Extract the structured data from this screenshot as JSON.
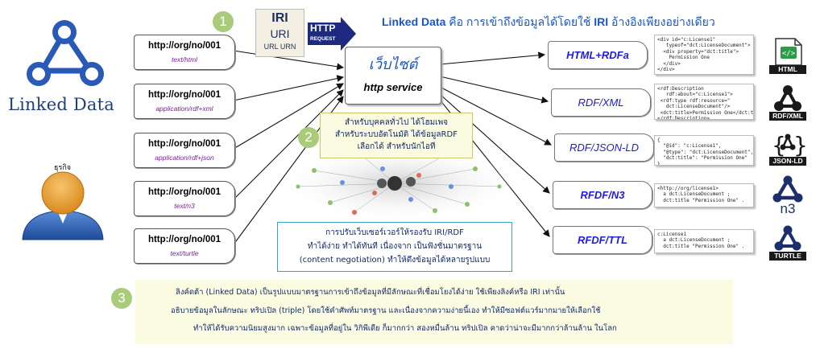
{
  "logo": {
    "text": "Linked Data"
  },
  "business_label": "ธุรกิจ",
  "headline": {
    "bold": "Linked Data",
    "rest": "คือ การเข้าถึงข้อมูลได้โดยใช้",
    "iri": "IRI",
    "tail": "อ้างอิงเพียงอย่างเดียว"
  },
  "iri_box": {
    "line1": "IRI",
    "line2": "URI",
    "line3": "URL URN"
  },
  "http_request": {
    "line1": "HTTP",
    "line2": "REQUEST"
  },
  "badges": [
    "1",
    "2",
    "3"
  ],
  "requests": [
    {
      "url": "http://org/no/001",
      "mime": "text/html"
    },
    {
      "url": "http://org/no/001",
      "mime": "application/rdf+xml"
    },
    {
      "url": "http://org/no/001",
      "mime": "application/rdf+json"
    },
    {
      "url": "http://org/no/001",
      "mime": "text/n3"
    },
    {
      "url": "http://org/no/001",
      "mime": "text/turtle"
    }
  ],
  "hub": {
    "title": "เว็บไซต์",
    "subtitle": "http service"
  },
  "note_center": {
    "line1": "สำหรับบุคคลทั่วไป ได้โฮมเพจ",
    "line2": "สำหรับระบบอัตโนมัติ ได้ข้อมูลRDF",
    "line3": "เลือกได้ สำหรับนักไอที"
  },
  "note_negotiation": {
    "line1": "การปรับเว็บเซอร์เวอร์ให้รองรับ IRI/RDF",
    "line2": "ทำได้ง่าย ทำได้ทันที เนื่องจาก เป็นฟังชั่นมาตรฐาน",
    "line3": "(content negotiation) ทำให้ดึงข้อมูลได้หลายรูปแบบ"
  },
  "formats": [
    {
      "label": "HTML+RDFa",
      "code": "<div id=\"c:License1\"\n   typeof=\"dct:LicenseDocument\">\n  <div property=\"dct:title\">\n    Permission One\n  </div>\n</div>",
      "icon_caption": "HTML",
      "icon_name": "html-file-icon"
    },
    {
      "label": "RDF/XML",
      "code": "<rdf:Description\n   rdf:about=\"c:License1\">\n <rdf:type rdf:resource=\"\n   dct:LicenseDocument\"/>\n <dct:title>Permission One</dct:title>\n</rdf:Description>",
      "icon_caption": "RDF/XML",
      "icon_name": "rdf-xml-icon"
    },
    {
      "label": "RDF/JSON-LD",
      "code": "{\n  \"@id\": \"c:License1\",\n  \"@type\": \"dct:LicenseDocument\",\n  \"dct:title\": \"Permission One\"\n}",
      "icon_caption": "JSON-LD",
      "icon_name": "json-ld-icon"
    },
    {
      "label": "RFDF/N3",
      "code": "<http://org/license1>\n  a dct:LicenseDocument ;\n  dct:title \"Permission One\" .",
      "icon_caption": "n3",
      "icon_name": "n3-icon"
    },
    {
      "label": "RFDF/TTL",
      "code": "c:License1\n  a dct:LicenseDocument ;\n  dct:title \"Permission One\" .",
      "icon_caption": "TURTLE",
      "icon_name": "turtle-icon"
    }
  ],
  "bottom_note": {
    "line1": "ลิงค์ดต้า (Linked Data) เป็นรูปแบบมาตรฐานการเข้าถึงข้อมูลที่มีลักษณะที่เชื่อมโยงได้ง่าย ใช้เพียงลิงค์หรือ IRI เท่านั้น",
    "line2": "อธิบายข้อมูลในลักษณะ ทริปเปิล (triple) โดยใช้คำศัพท์มาตรฐาน และเนื่องจากความง่ายนี้เอง ทำให้มีซอฟต์แวร์มากมายให้เลือกใช้",
    "line3": "ทำให้ได้รับความนิยมสูงมาก เฉพาะข้อมูลที่อยู่ใน วิกิพีเดีย ก็มากกว่า สองหมื่นล้าน ทริปเปิล คาดว่าน่าจะมีมากกว่าล้านล้าน ในโลก"
  },
  "colors": {
    "badge": "#a8cc7a",
    "accent_blue": "#1a55c9",
    "note_bg": "#fbfbe1",
    "logo_blue": "#2a5ab8"
  }
}
